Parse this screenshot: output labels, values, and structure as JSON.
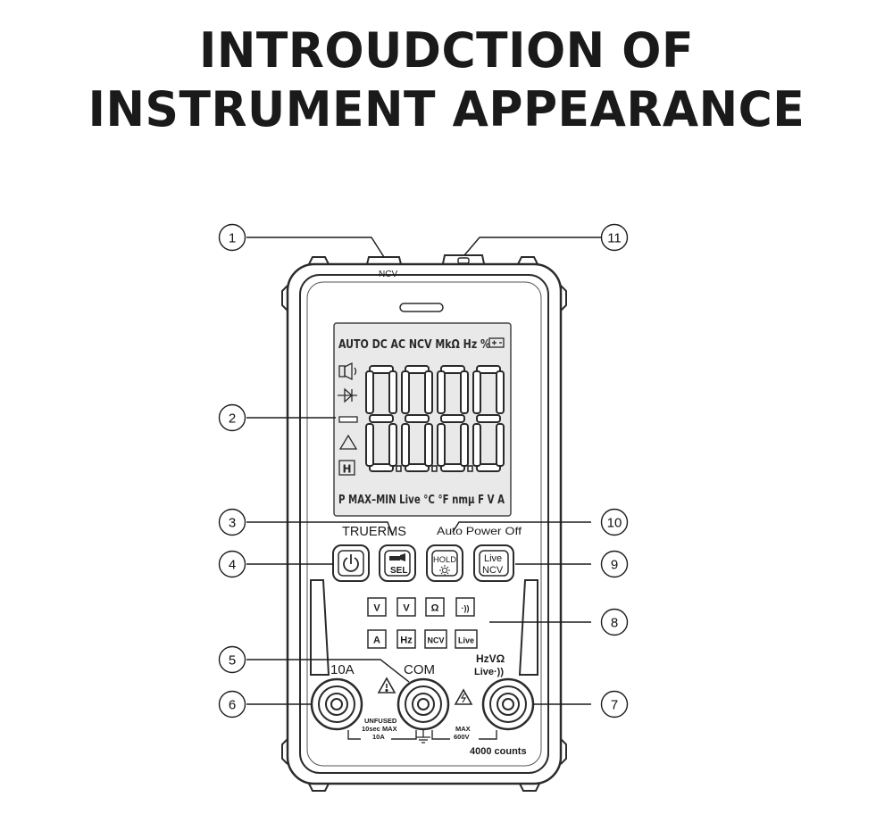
{
  "title": {
    "line1": "INTROUDCTION OF",
    "line2": "INSTRUMENT APPEARANCE"
  },
  "callouts": [
    "1",
    "2",
    "3",
    "4",
    "5",
    "6",
    "7",
    "8",
    "9",
    "10",
    "11"
  ],
  "device": {
    "ncv_label": "NCV",
    "lcd": {
      "top_row": "AUTO DC AC NCV MkΩ Hz % ",
      "digits": "8.8.8.8",
      "bottom_row": "P MAX–MIN Live °C °F nmμ F V A",
      "side_hold": "H"
    },
    "trurms_label": "TRUERMS",
    "auto_power_label": "Auto Power Off",
    "buttons": {
      "power": "power-icon",
      "sel": "SEL",
      "hold": "HOLD",
      "live_ncv_line1": "Live",
      "live_ncv_line2": "NCV"
    },
    "functions_row1": [
      "V",
      "V",
      "Ω",
      "·))"
    ],
    "functions_row2": [
      "A",
      "Hz",
      "NCV",
      "Live"
    ],
    "jack_labels": {
      "left": "10A",
      "mid": "COM",
      "right_line1": "HzVΩ",
      "right_line2": "Live·))"
    },
    "warning_left": [
      "UNFUSED",
      "10sec MAX",
      "10A"
    ],
    "warning_right": [
      "MAX",
      "600V"
    ],
    "counts": "4000 counts"
  },
  "colors": {
    "outline": "#2b2b2b",
    "body": "#ffffff",
    "lcd": "#e9e9e9"
  }
}
